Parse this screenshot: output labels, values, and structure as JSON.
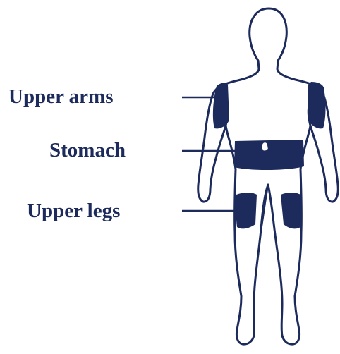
{
  "labels": {
    "upper_arms": "Upper arms",
    "stomach": "Stomach",
    "upper_legs": "Upper legs"
  },
  "colors": {
    "label_text": "#1c2a5c",
    "outline": "#1c2a5c",
    "injection_site_fill": "#1c2a5c",
    "body_fill": "#ffffff"
  }
}
